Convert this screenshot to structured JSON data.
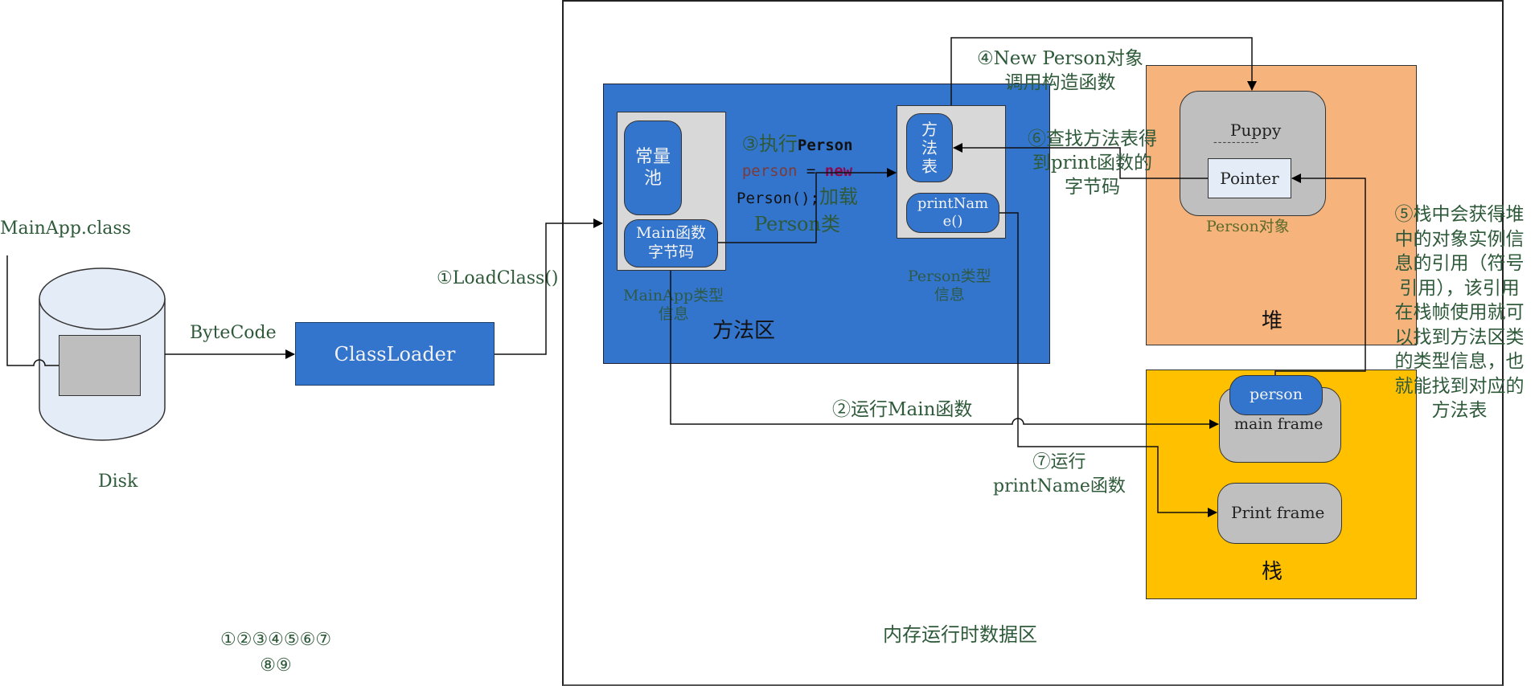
{
  "colors": {
    "method_area": "#3375cc",
    "heap": "#f7b37c",
    "stack": "#ffc000",
    "panel_gray": "#d8d8d8",
    "frame_gray": "#bfbfbf",
    "disk_fill": "#e4ecf7",
    "label_green": "#2e5a3a",
    "code_keyword": "#8b0a50",
    "code_var": "#7a3b3b"
  },
  "disk": {
    "file_label": "MainApp.class",
    "caption": "Disk",
    "bytecode_label": "ByteCode"
  },
  "classloader": {
    "label": "ClassLoader",
    "step1_label": "①LoadClass()"
  },
  "runtime_area": {
    "caption": "内存运行时数据区"
  },
  "method_area": {
    "caption": "方法区",
    "mainapp_type": {
      "caption_line1": "MainApp类型",
      "caption_line2": "信息",
      "constant_pool_line1": "常量",
      "constant_pool_line2": "池",
      "main_bytecode_line1": "Main函数",
      "main_bytecode_line2": "字节码"
    },
    "person_type": {
      "caption_line1": "Person类型",
      "caption_line2": "信息",
      "method_table_line1": "方",
      "method_table_line2": "法",
      "method_table_line3": "表",
      "print_name_line1": "printNam",
      "print_name_line2": "e()"
    }
  },
  "step3": {
    "prefix": "③执行",
    "code_line1_a": "Person",
    "code_line2_var": "person",
    "code_line2_eq": " = ",
    "code_line2_kw": "new",
    "code_line3": "Person();",
    "suffix_line3": "加载",
    "suffix_line4": "Person类"
  },
  "step4": {
    "line1": "④New Person对象",
    "line2": "调用构造函数"
  },
  "step6": {
    "line1": "⑥查找方法表得",
    "line2": "到print函数的",
    "line3": "字节码"
  },
  "heap": {
    "caption": "堆",
    "object": {
      "title": "Puppy",
      "separator": "----------",
      "pointer": "Pointer",
      "caption": "Person对象"
    }
  },
  "step5": {
    "lines": [
      "⑤栈中会获得堆",
      "中的对象实例信",
      "息的引用（符号",
      "引用），该引用",
      "在栈帧使用就可",
      "以找到方法区类",
      "的类型信息，也",
      "就能找到对应的",
      "方法表"
    ]
  },
  "stack": {
    "caption": "栈",
    "person_ref": "person",
    "main_frame": "main frame",
    "print_frame": "Print frame"
  },
  "step2": {
    "label": "②运行Main函数"
  },
  "step7": {
    "line1": "⑦运行",
    "line2": "printName函数"
  },
  "legend": {
    "line1": "①②③④⑤⑥⑦",
    "line2": "⑧⑨"
  }
}
